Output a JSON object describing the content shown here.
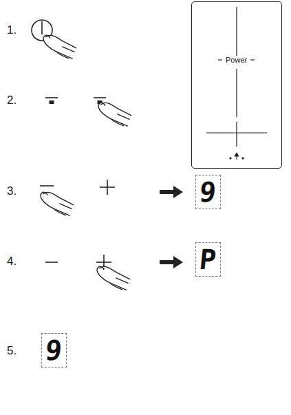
{
  "diagram": {
    "nodes": [
      {
        "text": [
          "Power"
        ]
      },
      {
        "text": [
          "9"
        ]
      },
      {
        "text": [
          "P"
        ]
      },
      {
        "text": [
          "9"
        ]
      }
    ],
    "labels": [
      "1.",
      "2.",
      "3.",
      "4.",
      "5."
    ]
  }
}
